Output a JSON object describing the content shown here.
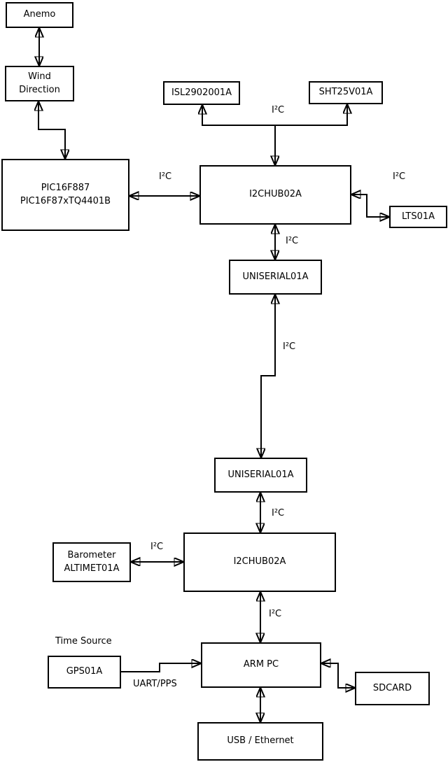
{
  "diagram": {
    "type": "block-diagram",
    "nodes": {
      "anemo": "Anemo",
      "wind_direction": "Wind\nDirection",
      "pic": "PIC16F887\nPIC16F87xTQ4401B",
      "isl": "ISL2902001A",
      "sht": "SHT25V01A",
      "i2c_hub_top": "I2CHUB02A",
      "lts": "LTS01A",
      "uniserial_top": "UNISERIAL01A",
      "uniserial_bottom": "UNISERIAL01A",
      "barometer": "Barometer\nALTIMET01A",
      "i2c_hub_bottom": "I2CHUB02A",
      "gps": "GPS01A",
      "arm_pc": "ARM PC",
      "sdcard": "SDCARD",
      "usb_ethernet": "USB / Ethernet"
    },
    "edge_labels": {
      "i2c_pic_hub": "I²C",
      "i2c_sensor_bus": "I²C",
      "i2c_lts": "I²C",
      "i2c_hub_uniserial": "I²C",
      "i2c_long_link": "I²C",
      "i2c_uniserial_hub2": "I²C",
      "i2c_barometer": "I²C",
      "i2c_hub2_armpc": "I²C",
      "uart_pps": "UART/PPS",
      "time_source": "Time Source"
    },
    "colors": {
      "background": "#ffffff",
      "line": "#000000",
      "text": "#000000"
    }
  }
}
